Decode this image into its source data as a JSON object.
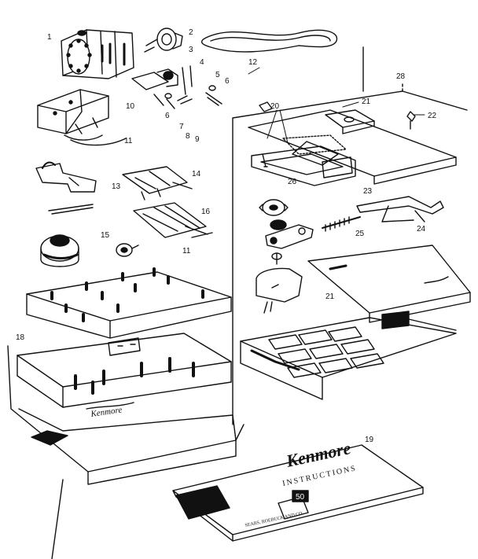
{
  "callouts": {
    "c1": "1",
    "c2": "2",
    "c3": "3",
    "c4": "4",
    "c5": "5",
    "c6": "6",
    "c6b": "6",
    "c7": "7",
    "c8": "8",
    "c9": "9",
    "c10": "10",
    "c11": "11",
    "c11b": "11",
    "c12": "12",
    "c13": "13",
    "c14": "14",
    "c15": "15",
    "c16": "16",
    "c18": "18",
    "c19": "19",
    "c20": "20",
    "c21": "21",
    "c21b": "21",
    "c22": "22",
    "c23": "23",
    "c24": "24",
    "c25": "25",
    "c26": "26",
    "c28": "28"
  },
  "booklet": {
    "brand": "Kenmore",
    "heading": "INSTRUCTIONS",
    "model": "50",
    "footer": "SEARS, ROEBUCK AND CO."
  },
  "cabinet_script": "Kenmore"
}
